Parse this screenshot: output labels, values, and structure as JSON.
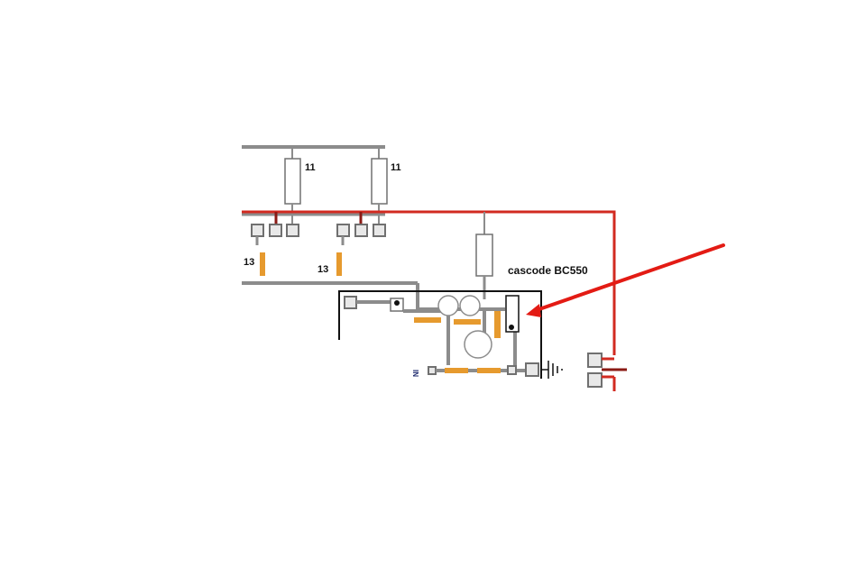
{
  "labels": {
    "r_top_1": "11",
    "r_top_2": "11",
    "r_mid_1": "13",
    "r_mid_2": "13",
    "cascode": "cascode BC550",
    "input": "IN"
  },
  "colors": {
    "trace": "#8c8c8c",
    "rail_red": "#d22a20",
    "arrow_red": "#e31b14",
    "dark_red": "#8b1a14",
    "component_orange": "#e69a2e",
    "pad_fill": "#e8e8e8",
    "pad_border": "#707070",
    "outline": "#111111"
  }
}
